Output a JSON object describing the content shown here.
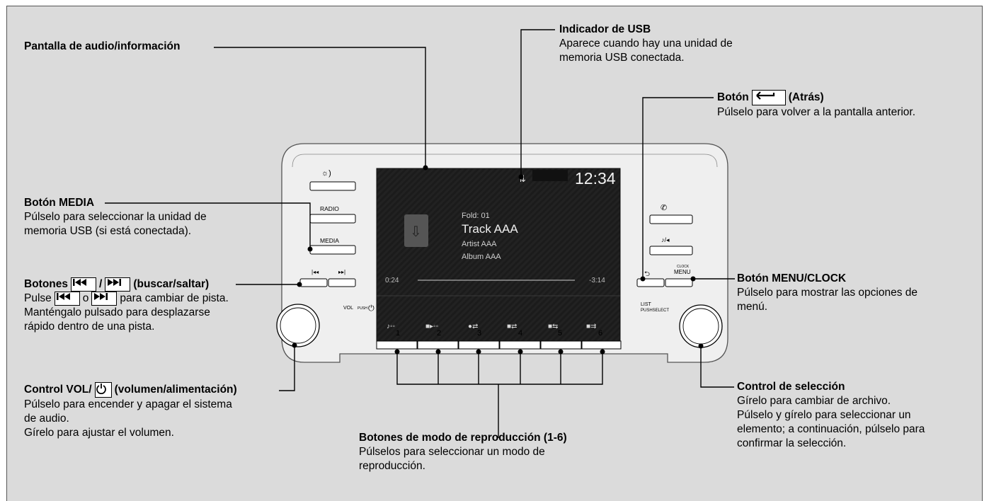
{
  "callouts": {
    "usb_indicator": {
      "title": "Indicador de USB",
      "desc": [
        "Aparece cuando hay una unidad de",
        "memoria USB conectada."
      ]
    },
    "audio_display": {
      "title": "Pantalla de audio/información"
    },
    "back_button": {
      "title_prefix": "Botón",
      "title_suffix": "(Atrás)",
      "desc": [
        "Púlselo para volver a la pantalla anterior."
      ]
    },
    "media_button": {
      "title": "Botón MEDIA",
      "desc": [
        "Púlselo para seleccionar la unidad de",
        "memoria USB (si está conectada)."
      ]
    },
    "seek_buttons": {
      "title_prefix": "Botones",
      "title_sep": "/",
      "title_suffix": "(buscar/saltar)",
      "line1_prefix": "Pulse",
      "line1_or": "o",
      "line1_suffix": "para cambiar de pista.",
      "desc": [
        "Manténgalo pulsado para desplazarse",
        "rápido dentro de una pista."
      ]
    },
    "menu_clock": {
      "title": "Botón MENU/CLOCK",
      "desc": [
        "Púlselo para mostrar las opciones de",
        "menú."
      ]
    },
    "vol_control": {
      "title_prefix": "Control VOL/",
      "title_suffix": "(volumen/alimentación)",
      "desc": [
        "Púlselo para encender y apagar el sistema",
        "de audio.",
        "Gírelo para ajustar el volumen."
      ]
    },
    "play_mode": {
      "title": "Botones de modo de reproducción (1-6)",
      "desc": [
        "Púlselos para seleccionar un modo de",
        "reproducción."
      ]
    },
    "selector": {
      "title": "Control de selección",
      "desc": [
        "Gírelo para cambiar de archivo.",
        "Púlselo y gírelo para seleccionar un",
        "elemento; a continuación, púlselo para",
        "confirmar la selección."
      ]
    }
  },
  "unit": {
    "left_labels": {
      "radio": "RADIO",
      "media": "MEDIA",
      "vol": "VOL",
      "push": "PUSH"
    },
    "right_labels": {
      "clock": "CLOCK",
      "menu": "MENU",
      "list": "LIST",
      "push_select": "PUSHSELECT"
    },
    "preset_numbers": [
      "1",
      "2",
      "3",
      "4",
      "5",
      "6"
    ],
    "screen": {
      "clock": "12:34",
      "folder": "Fold: 01",
      "track": "Track AAA",
      "artist": "Artist AAA",
      "album": "Album AAA",
      "elapsed": "0:24",
      "remaining": "-3:14"
    }
  },
  "colors": {
    "background": "#dbdbdb",
    "screen": "#1a1a1a",
    "text": "#000000"
  }
}
